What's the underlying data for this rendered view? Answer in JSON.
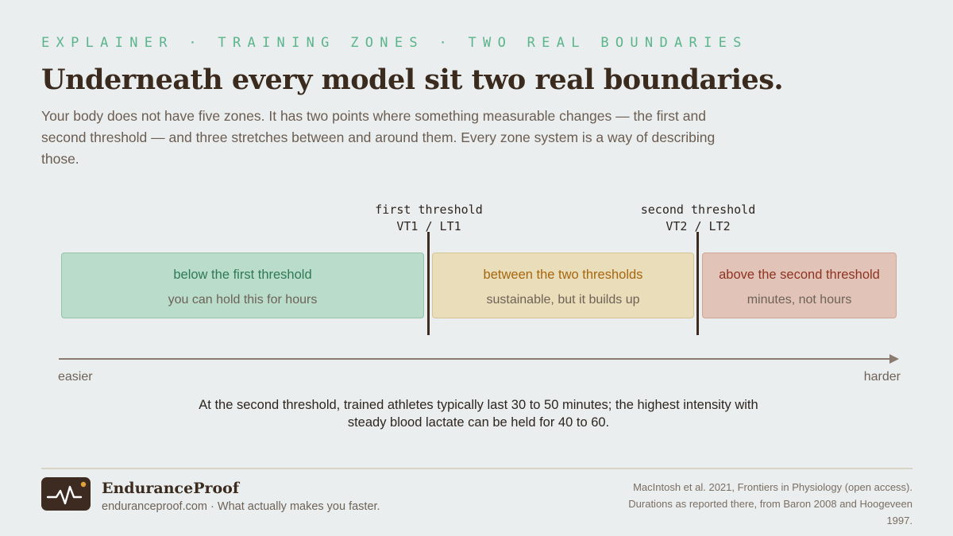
{
  "header": {
    "eyebrow": "EXPLAINER · TRAINING ZONES · TWO REAL BOUNDARIES",
    "title": "Underneath every model sit two real boundaries.",
    "intro": "Your body does not have five zones. It has two points where something measurable changes — the first and second threshold — and three stretches between and around them. Every zone system is a way of describing those."
  },
  "diagram": {
    "thresholds": [
      {
        "line1": "first threshold",
        "line2": "VT1 / LT1"
      },
      {
        "line1": "second threshold",
        "line2": "VT2 / LT2"
      }
    ],
    "zones": [
      {
        "name": "below the first threshold",
        "desc": "you can hold this for hours",
        "color": "#b9dccb"
      },
      {
        "name": "between the two thresholds",
        "desc": "sustainable, but it builds up",
        "color": "#eaddb9"
      },
      {
        "name": "above the second threshold",
        "desc": "minutes, not hours",
        "color": "#e2c3b8"
      }
    ],
    "axis": {
      "start_label": "easier",
      "end_label": "harder"
    },
    "note": "At the second threshold, trained athletes typically last 30 to 50 minutes; the highest intensity with steady blood lactate can be held for 40 to 60."
  },
  "footer": {
    "brand_name": "EnduranceProof",
    "brand_tagline": "enduranceproof.com · What actually makes you faster.",
    "source": "MacIntosh et al. 2021, Frontiers in Physiology (open access). Durations as reported there, from Baron 2008 and Hoogeveen 1997.",
    "logo_icon": "heartbeat-pulse-icon"
  },
  "colors": {
    "background": "#ebeeee",
    "accent_green": "#5bb58c",
    "title_brown": "#3b2a1e"
  }
}
